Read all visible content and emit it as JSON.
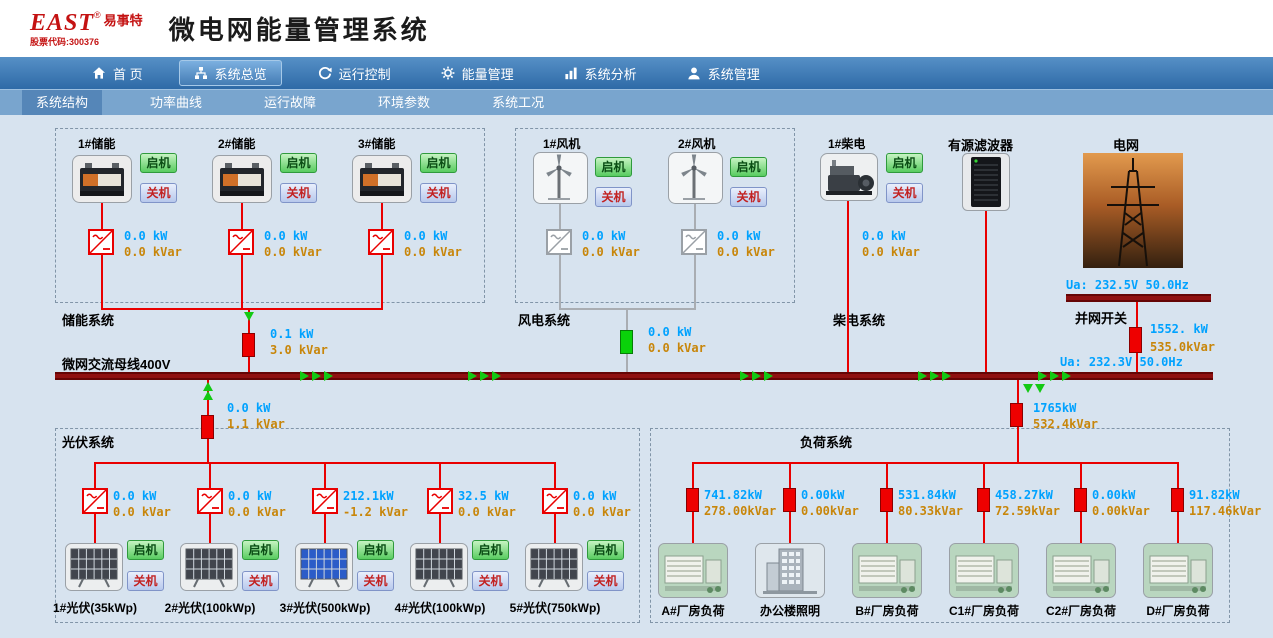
{
  "header": {
    "logo_main": "EAST",
    "logo_reg": "®",
    "logo_cn": "易事特",
    "stock_code": "股票代码:300376",
    "title": "微电网能量管理系统"
  },
  "nav": {
    "items": [
      {
        "label": "首 页"
      },
      {
        "label": "系统总览"
      },
      {
        "label": "运行控制"
      },
      {
        "label": "能量管理"
      },
      {
        "label": "系统分析"
      },
      {
        "label": "系统管理"
      }
    ]
  },
  "subnav": {
    "items": [
      {
        "label": "系统结构"
      },
      {
        "label": "功率曲线"
      },
      {
        "label": "运行故障"
      },
      {
        "label": "环境参数"
      },
      {
        "label": "系统工况"
      }
    ]
  },
  "buttons": {
    "start": "启机",
    "stop": "关机"
  },
  "bus": {
    "label": "微网交流母线400V"
  },
  "storage": {
    "section_label": "储能系统",
    "feeder": {
      "kw": "0.1 kW",
      "kvar": "3.0 kVar"
    },
    "units": [
      {
        "name": "1#储能",
        "kw": "0.0 kW",
        "kvar": "0.0 kVar"
      },
      {
        "name": "2#储能",
        "kw": "0.0 kW",
        "kvar": "0.0 kVar"
      },
      {
        "name": "3#储能",
        "kw": "0.0 kW",
        "kvar": "0.0 kVar"
      }
    ]
  },
  "wind": {
    "section_label": "风电系统",
    "feeder": {
      "kw": "0.0 kW",
      "kvar": "0.0 kVar"
    },
    "units": [
      {
        "name": "1#风机",
        "kw": "0.0 kW",
        "kvar": "0.0 kVar"
      },
      {
        "name": "2#风机",
        "kw": "0.0 kW",
        "kvar": "0.0 kVar"
      }
    ]
  },
  "diesel": {
    "section_label": "柴电系统",
    "units": [
      {
        "name": "1#柴电",
        "kw": "0.0  kW",
        "kvar": "0.0  kVar"
      }
    ]
  },
  "filter": {
    "label": "有源滤波器"
  },
  "grid": {
    "label": "电网",
    "ua_top": "Ua:  232.5V  50.0Hz",
    "switch_label": "并网开关",
    "kw": "1552. kW",
    "kvar": "535.0kVar",
    "ua_bus": "Ua:  232.3V  50.0Hz"
  },
  "pv": {
    "section_label": "光伏系统",
    "feeder": {
      "kw": "0.0 kW",
      "kvar": "1.1 kVar"
    },
    "units": [
      {
        "name": "1#光伏(35kWp)",
        "kw": "0.0 kW",
        "kvar": "0.0 kVar"
      },
      {
        "name": "2#光伏(100kWp)",
        "kw": "0.0 kW",
        "kvar": "0.0 kVar"
      },
      {
        "name": "3#光伏(500kWp)",
        "kw": "212.1kW",
        "kvar": "-1.2 kVar"
      },
      {
        "name": "4#光伏(100kWp)",
        "kw": "32.5 kW",
        "kvar": "0.0 kVar"
      },
      {
        "name": "5#光伏(750kWp)",
        "kw": "0.0 kW",
        "kvar": "0.0 kVar"
      }
    ]
  },
  "loads": {
    "section_label": "负荷系统",
    "feeder": {
      "kw": "1765kW",
      "kvar": "532.4kVar"
    },
    "units": [
      {
        "name": "A#厂房负荷",
        "kw": "741.82kW",
        "kvar": "278.00kVar"
      },
      {
        "name": "办公楼照明",
        "kw": "0.00kW",
        "kvar": "0.00kVar"
      },
      {
        "name": "B#厂房负荷",
        "kw": "531.84kW",
        "kvar": "80.33kVar"
      },
      {
        "name": "C1#厂房负荷",
        "kw": "458.27kW",
        "kvar": "72.59kVar"
      },
      {
        "name": "C2#厂房负荷",
        "kw": "0.00kW",
        "kvar": "0.00kVar"
      },
      {
        "name": "D#厂房负荷",
        "kw": "91.82kW",
        "kvar": "117.46kVar"
      }
    ]
  },
  "colors": {
    "kw_value": "#00a2ff",
    "kvar_value": "#c8860a",
    "bus": "#8f1010",
    "line_active": "#e90000",
    "line_inactive": "#a9adb2",
    "flow_arrow": "#13c913",
    "start_button": "#58cc60",
    "stop_button": "#b7c8ec"
  }
}
